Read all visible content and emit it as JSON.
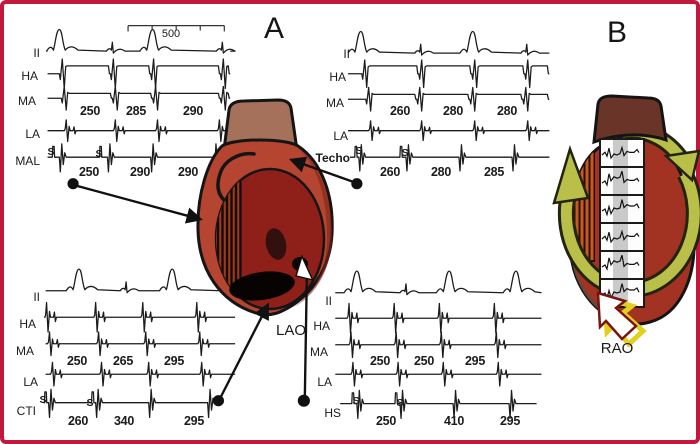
{
  "figure": {
    "panel_a_label": "A",
    "panel_b_label": "B",
    "scale_bar_label": "500",
    "view_a_label": "LAO",
    "view_b_label": "RAO"
  },
  "panels": {
    "top_left": {
      "leads": [
        "II",
        "HA",
        "MA",
        "LA",
        "MAL"
      ],
      "upper_intervals": [
        "250",
        "285",
        "290"
      ],
      "lower_intervals": [
        "250",
        "290",
        "290"
      ],
      "stim": [
        "S",
        "S"
      ]
    },
    "top_right": {
      "leads": [
        "II",
        "HA",
        "MA",
        "LA",
        "Techo"
      ],
      "upper_intervals": [
        "260",
        "280",
        "280"
      ],
      "lower_intervals": [
        "260",
        "280",
        "285"
      ],
      "stim": [
        "S",
        "S"
      ]
    },
    "bottom_left": {
      "leads": [
        "II",
        "HA",
        "MA",
        "LA",
        "CTI"
      ],
      "upper_intervals": [
        "250",
        "265",
        "295"
      ],
      "lower_intervals": [
        "260",
        "340",
        "295"
      ],
      "stim": [
        "S",
        "S"
      ]
    },
    "bottom_right": {
      "leads": [
        "II",
        "HA",
        "MA",
        "LA",
        "HS"
      ],
      "upper_intervals": [
        "250",
        "250",
        "295"
      ],
      "lower_intervals": [
        "250",
        "410",
        "295"
      ],
      "stim": [
        "S",
        "S"
      ]
    }
  },
  "colors": {
    "frame_border": "#c2183c",
    "heart_body_red": "#b54430",
    "heart_chamber_red": "#8f2019",
    "heart_cap_brown": "#a5715b",
    "heart_b_body": "#a23222",
    "heart_b_base_brown": "#6f4335",
    "rotation_arrow_green": "#b9bf48",
    "trace_black": "#1c1c1c"
  }
}
